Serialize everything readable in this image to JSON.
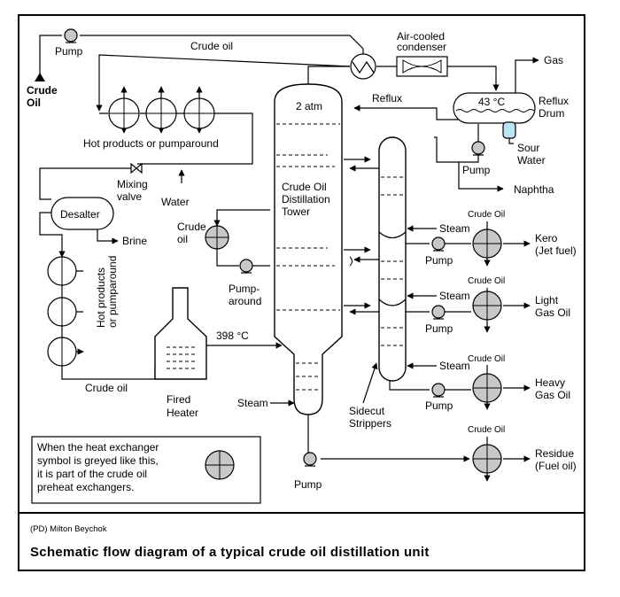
{
  "diagram": {
    "labels": {
      "crude_oil_top": "Crude oil",
      "pump_top": "Pump",
      "crude_oil_feed": "Crude\nOil",
      "air_cooled_condenser": "Air-cooled\ncondenser",
      "gas": "Gas",
      "reflux_drum_temp": "43 °C",
      "reflux_drum": "Reflux\nDrum",
      "reflux": "Reflux",
      "sour_water": "Sour\nWater",
      "pump_reflux": "Pump",
      "naphtha": "Naphtha",
      "hot_products_top": "Hot products or pumparound",
      "mixing_valve": "Mixing\nvalve",
      "water": "Water",
      "desalter": "Desalter",
      "brine": "Brine",
      "crude_oil_pumparound": "Crude\noil",
      "pump_around": "Pump-\naround",
      "hot_products_side": "Hot products\nor pumparound",
      "crude_oil_bottom": "Crude oil",
      "fired_heater": "Fired\nHeater",
      "heater_temp": "398 °C",
      "tower_pressure": "2 atm",
      "tower_name": "Crude Oil\nDistillation\nTower",
      "steam_bottom": "Steam",
      "sidecut_strippers": "Sidecut\nStrippers",
      "pump_residue": "Pump",
      "steam_1": "Steam",
      "steam_2": "Steam",
      "steam_3": "Steam",
      "pump_kero": "Pump",
      "pump_lgo": "Pump",
      "pump_hgo": "Pump",
      "crude_oil_x1": "Crude Oil",
      "crude_oil_x2": "Crude Oil",
      "crude_oil_x3": "Crude Oil",
      "crude_oil_x4": "Crude Oil",
      "kero": "Kero\n(Jet fuel)",
      "light_gas_oil": "Light\nGas Oil",
      "heavy_gas_oil": "Heavy\nGas Oil",
      "residue": "Residue\n(Fuel oil)",
      "legend_text": "When the heat exchanger\nsymbol is greyed like this,\nit is part of the crude oil\npreheat exchangers."
    },
    "credit": "(PD) Milton Beychok",
    "caption": "Schematic flow diagram of a typical crude oil distillation unit",
    "colors": {
      "line": "#000000",
      "exchanger_grey": "#c8c8c8",
      "sour_water_boot": "#b8e4f4",
      "background": "#ffffff"
    }
  }
}
